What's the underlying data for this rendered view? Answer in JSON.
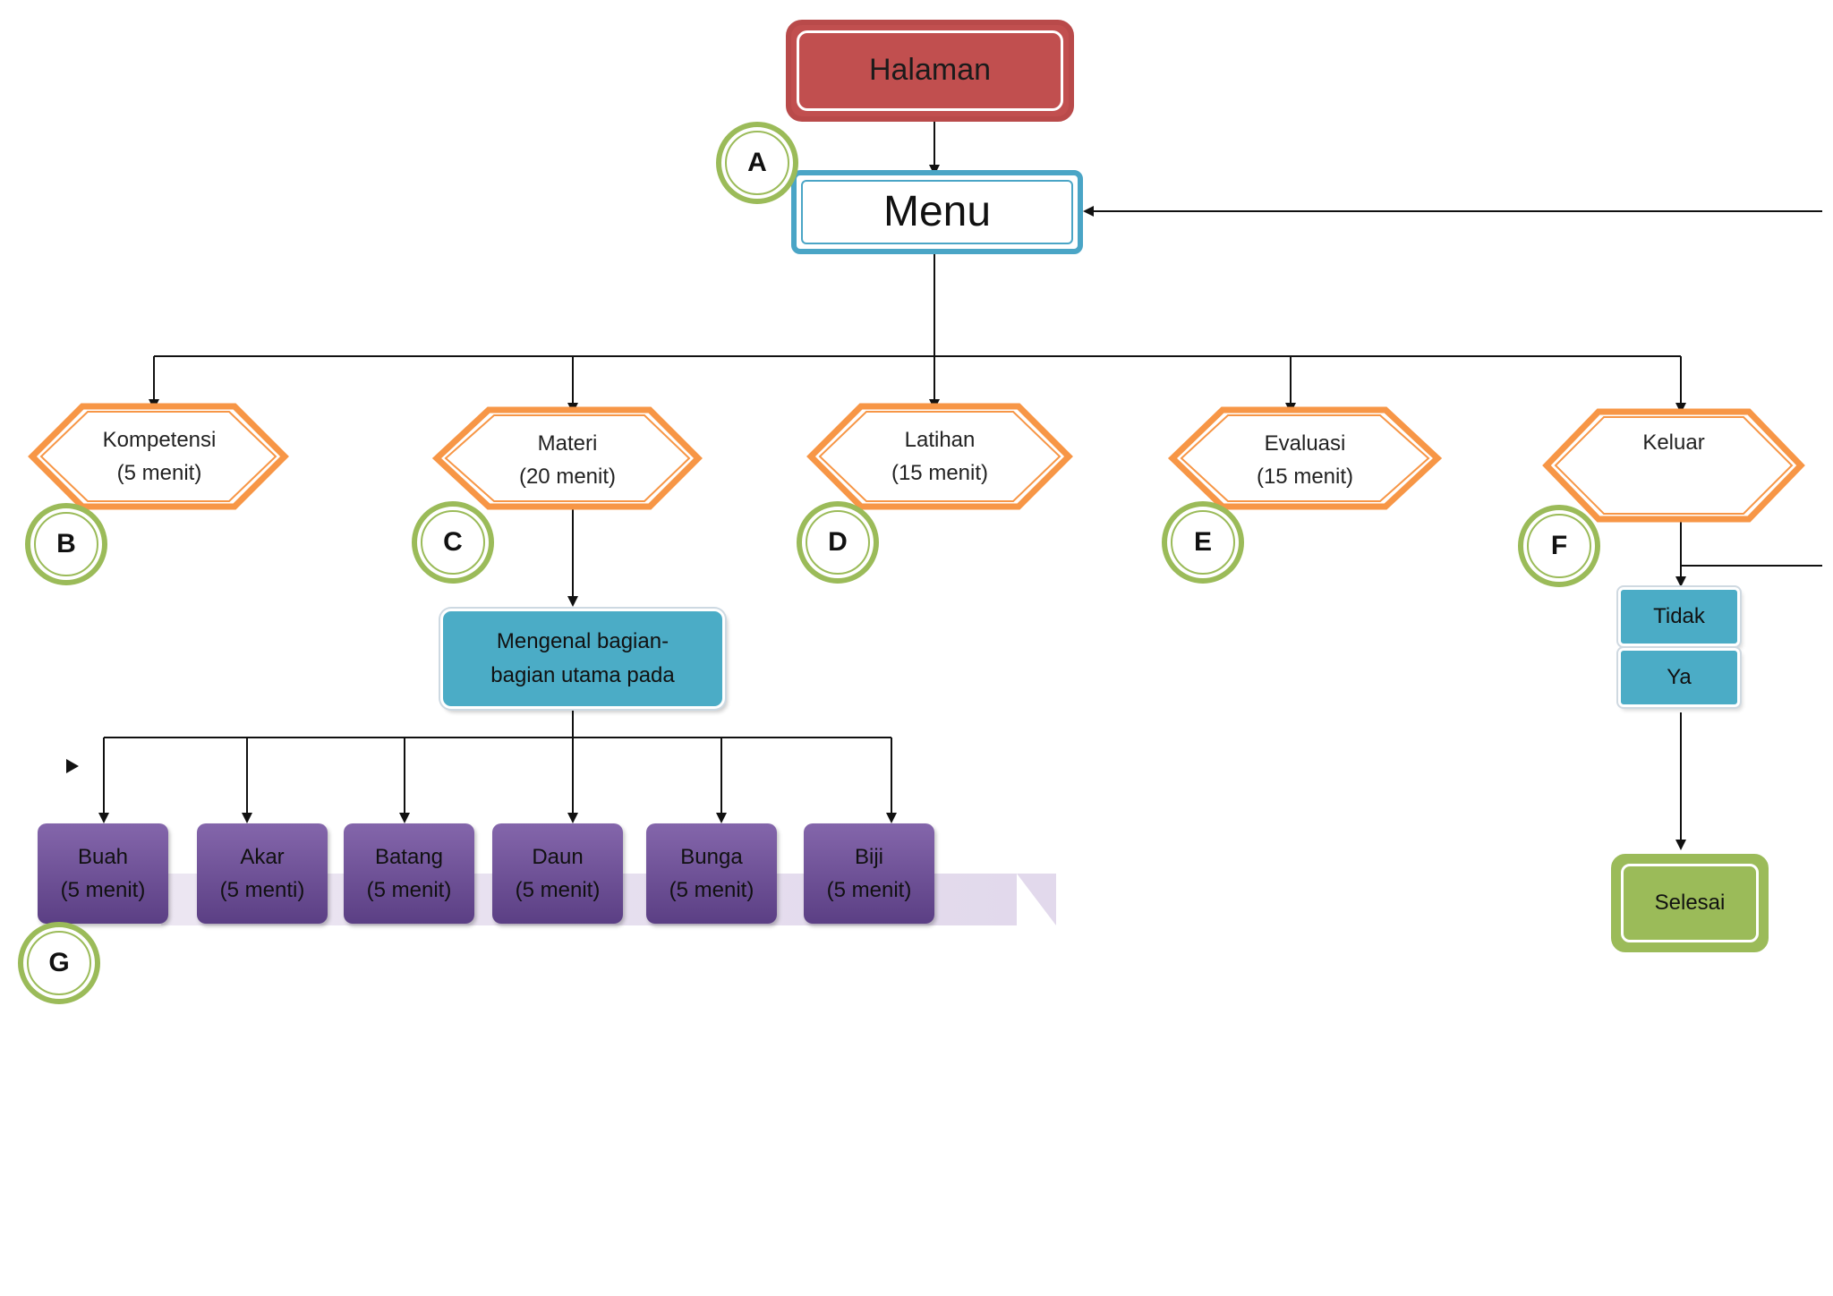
{
  "top": {
    "halaman": "Halaman",
    "menu": "Menu"
  },
  "sections": [
    {
      "title": "Kompetensi",
      "duration": "(5 menit)",
      "letter": "B"
    },
    {
      "title": "Materi",
      "duration": "(20 menit)",
      "letter": "C"
    },
    {
      "title": "Latihan",
      "duration": "(15 menit)",
      "letter": "D"
    },
    {
      "title": "Evaluasi",
      "duration": "(15 menit)",
      "letter": "E"
    },
    {
      "title": "Keluar",
      "duration": "",
      "letter": "F"
    }
  ],
  "menu_letter": "A",
  "submenu": {
    "line1": "Mengenal bagian-",
    "line2": "bagian utama pada"
  },
  "parts_letter": "G",
  "parts": [
    {
      "title": "Buah",
      "duration": "(5 menit)"
    },
    {
      "title": "Akar",
      "duration": "(5 menti)"
    },
    {
      "title": "Batang",
      "duration": "(5 menit)"
    },
    {
      "title": "Daun",
      "duration": "(5 menit)"
    },
    {
      "title": "Bunga",
      "duration": "(5 menit)"
    },
    {
      "title": "Biji",
      "duration": "(5 menit)"
    }
  ],
  "exit": {
    "no": "Tidak",
    "yes": "Ya",
    "end": "Selesai"
  },
  "colors": {
    "halaman": "#c14f4f",
    "menu_border": "#4aa5c6",
    "hexagon": "#f79646",
    "circle": "#9bbb59",
    "blue_box": "#4bacc6",
    "purple_card": "#6f4f97",
    "selesai": "#9bbb59"
  }
}
